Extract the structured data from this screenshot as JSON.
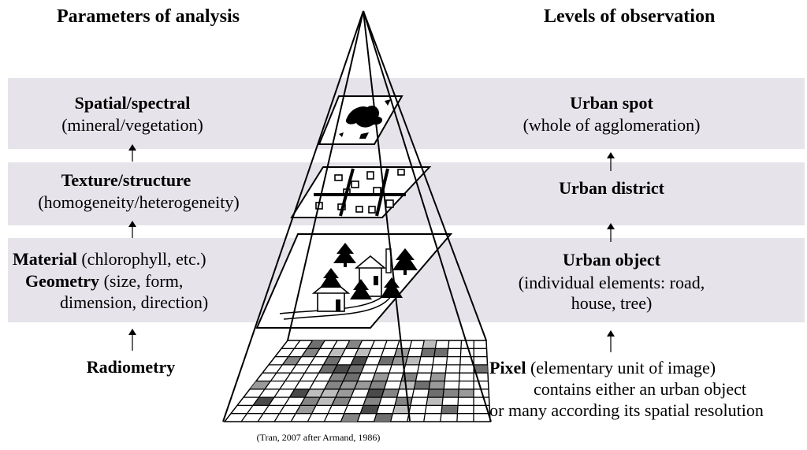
{
  "headers": {
    "left": "Parameters of analysis",
    "right": "Levels of observation"
  },
  "left_levels": [
    {
      "title": "Spatial/spectral",
      "detail": "(mineral/vegetation)"
    },
    {
      "title": "Texture/structure",
      "detail": "(homogeneity/heterogeneity)"
    },
    {
      "title_a": "Material",
      "detail_a": "(chlorophyll, etc.)",
      "title_b": "Geometry",
      "detail_b": "(size, form,",
      "detail_c": "dimension, direction)"
    },
    {
      "title": "Radiometry"
    }
  ],
  "right_levels": [
    {
      "title": "Urban spot",
      "detail": "(whole of agglomeration)"
    },
    {
      "title": "Urban district"
    },
    {
      "title": "Urban object",
      "detail_1": "(individual elements: road,",
      "detail_2": "house, tree)"
    },
    {
      "title": "Pixel",
      "detail_1": "(elementary unit of image)",
      "detail_2": "contains either an urban object",
      "detail_3": "or many according its spatial resolution"
    }
  ],
  "caption": "(Tran, 2007 after Armand, 1986)",
  "colors": {
    "band": "#e6e3ea",
    "ink": "#000000"
  },
  "icons": [
    "up-arrow-icon",
    "tree-icon",
    "house-icon",
    "building-icon",
    "road-icon"
  ]
}
